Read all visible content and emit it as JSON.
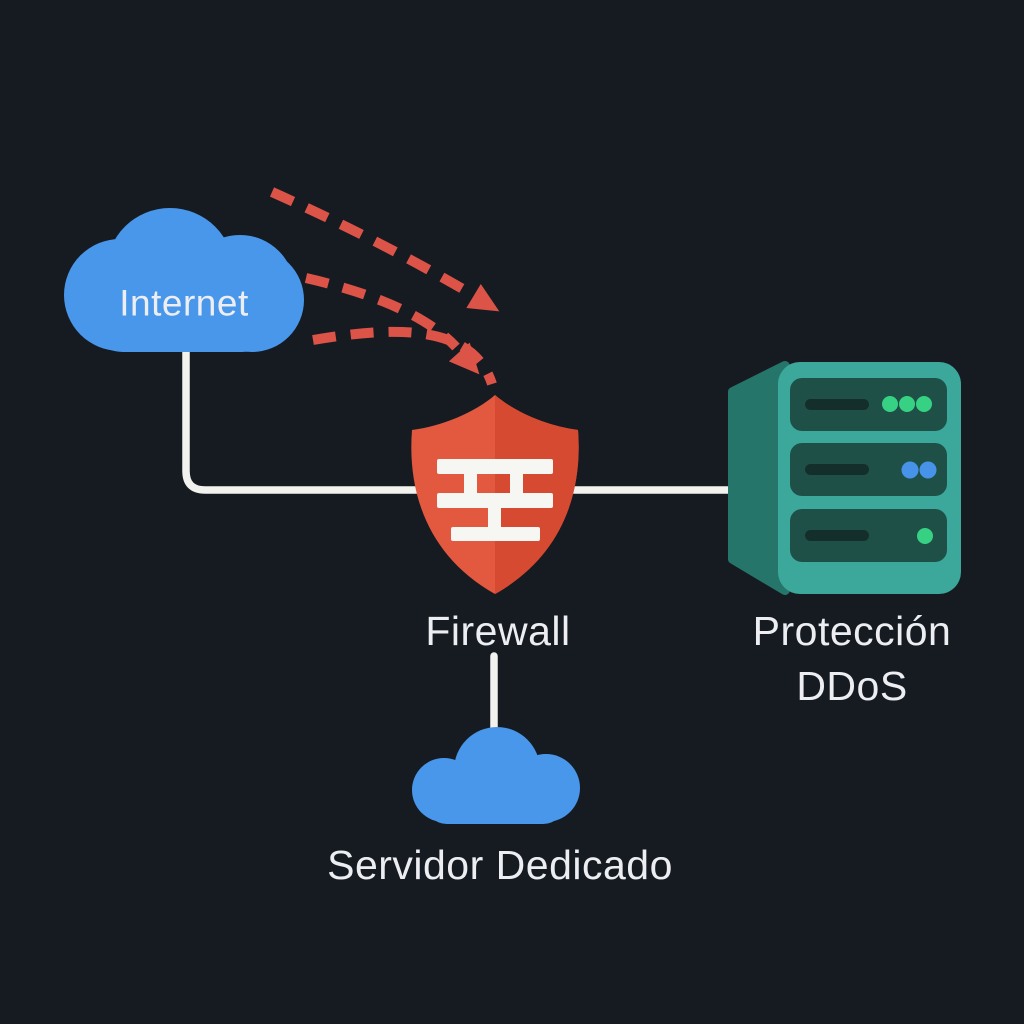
{
  "diagram": {
    "type": "network-security-diagram",
    "nodes": {
      "internet": {
        "label": "Internet",
        "icon": "cloud"
      },
      "firewall": {
        "label": "Firewall",
        "icon": "shield-brick-wall"
      },
      "ddos_protection": {
        "label_line1": "Protección",
        "label_line2": "DDoS",
        "icon": "server-rack"
      },
      "dedicated_server": {
        "label": "Servidor Dedicado",
        "icon": "cloud"
      }
    },
    "connections": [
      {
        "from": "internet",
        "to": "firewall",
        "style": "solid-white"
      },
      {
        "from": "firewall",
        "to": "ddos_protection",
        "style": "solid-white"
      },
      {
        "from": "firewall",
        "to": "dedicated_server",
        "style": "solid-white"
      }
    ],
    "attack_arrows": {
      "count": 3,
      "style": "dashed-red-curved",
      "target": "firewall"
    },
    "server_leds": {
      "bay1": [
        "green",
        "green",
        "green"
      ],
      "bay2": [
        "blue",
        "blue"
      ],
      "bay3": [
        "green"
      ]
    }
  },
  "colors": {
    "background": "#161B22",
    "line": "#F2F2EF",
    "attack": "#DC5348",
    "cloud": "#4997EB",
    "shield_left": "#E2593F",
    "shield_right": "#D64A31",
    "brick": "#F6F6F3",
    "server_front": "#3BA89B",
    "server_side": "#26756A",
    "server_slot": "#1F5048",
    "server_handle": "#142F2B",
    "led_green": "#37D183",
    "led_blue": "#4793EA",
    "label": "#ECEEF2"
  }
}
